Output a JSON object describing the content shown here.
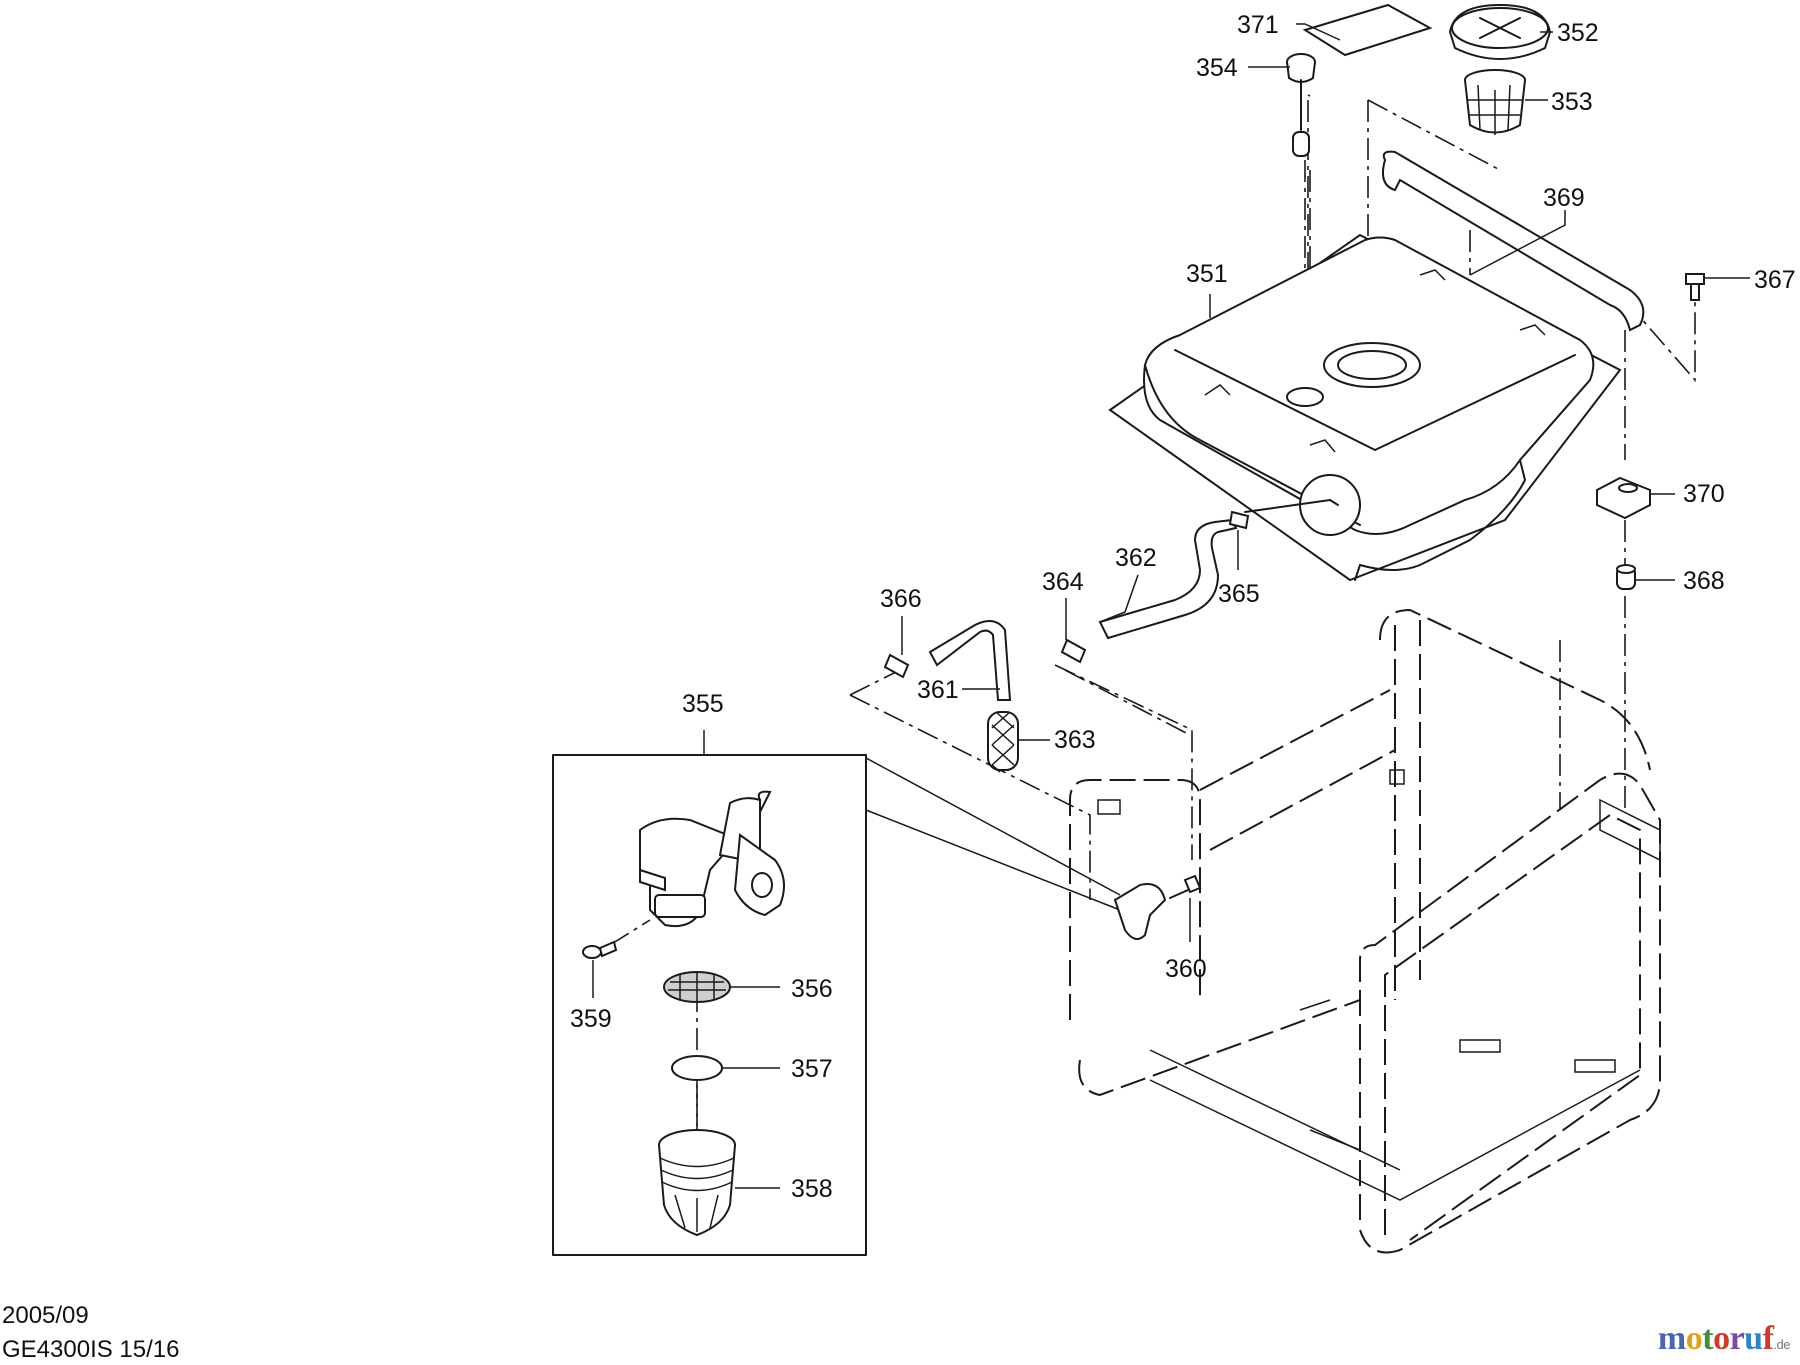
{
  "parts": [
    {
      "id": "371",
      "label": "371"
    },
    {
      "id": "352",
      "label": "352"
    },
    {
      "id": "354",
      "label": "354"
    },
    {
      "id": "353",
      "label": "353"
    },
    {
      "id": "369",
      "label": "369"
    },
    {
      "id": "351",
      "label": "351"
    },
    {
      "id": "367",
      "label": "367"
    },
    {
      "id": "370",
      "label": "370"
    },
    {
      "id": "368",
      "label": "368"
    },
    {
      "id": "362",
      "label": "362"
    },
    {
      "id": "364",
      "label": "364"
    },
    {
      "id": "365",
      "label": "365"
    },
    {
      "id": "366",
      "label": "366"
    },
    {
      "id": "361",
      "label": "361"
    },
    {
      "id": "363",
      "label": "363"
    },
    {
      "id": "355",
      "label": "355"
    },
    {
      "id": "360",
      "label": "360"
    },
    {
      "id": "356",
      "label": "356"
    },
    {
      "id": "359",
      "label": "359"
    },
    {
      "id": "357",
      "label": "357"
    },
    {
      "id": "358",
      "label": "358"
    }
  ],
  "footer": {
    "date": "2005/09",
    "model_page": "GE4300IS 15/16"
  },
  "watermark": {
    "letters": [
      "m",
      "o",
      "t",
      "o",
      "r",
      "u",
      "f"
    ],
    "letter_colors": [
      "#4a66b0",
      "#e0a21c",
      "#3f8f3c",
      "#d0392b",
      "#7b4aa3",
      "#2d86c4",
      "#d0392b"
    ],
    "suffix": ".de"
  }
}
